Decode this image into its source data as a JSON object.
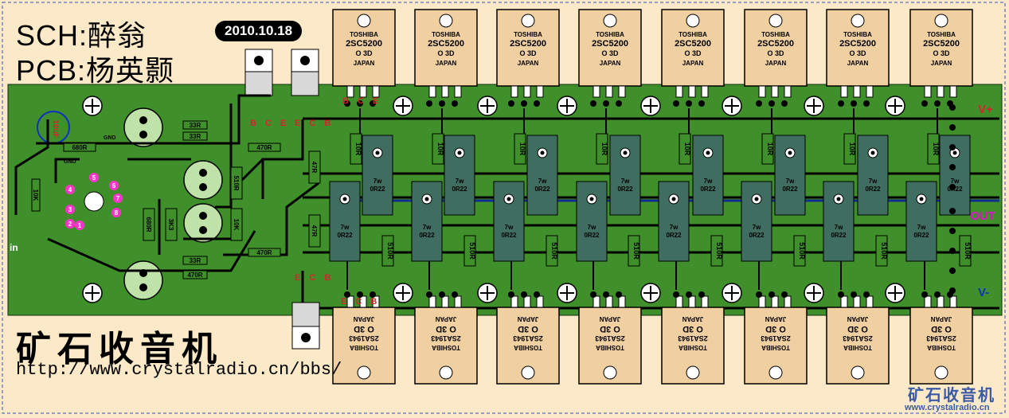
{
  "title": {
    "sch": "SCH:醉翁",
    "pcb": "PCB:杨英颢",
    "date": "2010.10.18"
  },
  "brand": {
    "name": "矿石收音机",
    "url": "http://www.crystalradio.cn/bbs/"
  },
  "watermark": {
    "cn": "矿石收音机",
    "url": "www.crystalradio.cn"
  },
  "transistor_top": {
    "maker": "TOSHIBA",
    "part": "2SC5200",
    "code": "O   3D",
    "origin": "JAPAN"
  },
  "transistor_bottom": {
    "maker": "TOSHIBA",
    "part": "2SA1943",
    "code": "O   3D",
    "origin": "JAPAN"
  },
  "labels": {
    "v_plus": "V+",
    "v_minus": "V-",
    "out": "OUT",
    "in": "in",
    "gnd": "GND",
    "resistor_power": "7w",
    "resistor_value": "0R22",
    "base_resistor": "10R",
    "r_470": "470R",
    "r_47": "47R",
    "r_33": "33R",
    "r_10k": "10K",
    "r_680": "680R",
    "r_510": "510R",
    "r_3k3": "3K3",
    "cap": "10uF",
    "bce": "B C E",
    "ecb": "E C B"
  },
  "colors": {
    "background": "#fce9c7",
    "board": "#3f8f2a",
    "trace": "#000000",
    "resistor_block": "#3f6e60",
    "transistor": "#f0cfa0",
    "accent_pink": "#ff33cc",
    "accent_red": "#d8232a",
    "accent_blue": "#1030c0"
  }
}
